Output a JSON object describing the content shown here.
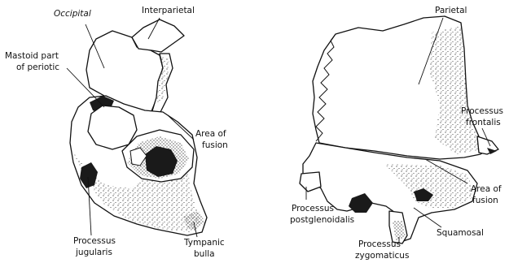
{
  "left_figure": {
    "labels": {
      "occipital": "Occipital",
      "interparietal": "Interparietal",
      "mastoid_line1": "Mastoid part",
      "mastoid_line2": "of periotic",
      "area_fusion_line1": "Area of",
      "area_fusion_line2": "fusion",
      "proc_jug_line1": "Processus",
      "proc_jug_line2": "jugularis",
      "tympanic_line1": "Tympanic",
      "tympanic_line2": "bulla"
    }
  },
  "right_figure": {
    "labels": {
      "parietal": "Parietal",
      "proc_frontalis_line1": "Processus",
      "proc_frontalis_line2": "frontalis",
      "area_fusion_line1": "Area of",
      "area_fusion_line2": "fusion",
      "proc_postglen_line1": "Processus",
      "proc_postglen_line2": "postglenoidalis",
      "squamosal": "Squamosal",
      "proc_zyg_line1": "Processus",
      "proc_zyg_line2": "zygomaticus"
    }
  }
}
